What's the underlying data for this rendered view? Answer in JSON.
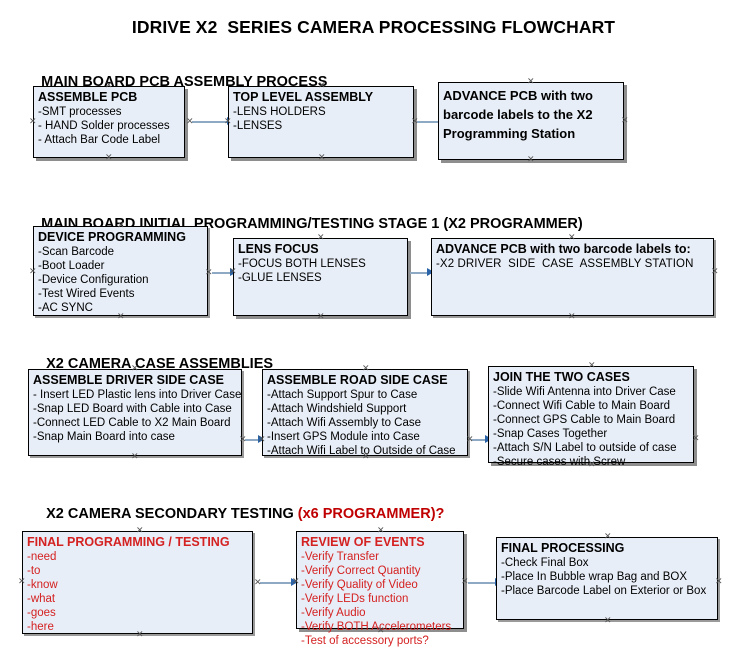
{
  "document": {
    "title": "IDRIVE X2  SERIES CAMERA PROCESSING FLOWCHART"
  },
  "colors": {
    "box_fill": "#e8eef7",
    "box_border": "#000000",
    "box_shadow": "#8e8e8e",
    "connector": "#8ea9c4",
    "arrow": "#2a63a8",
    "accent_red": "#c00000",
    "red_text": "#d42121",
    "background": "#ffffff"
  },
  "sections": [
    {
      "id": "main-board-pcb-assembly",
      "heading": "MAIN BOARD PCB ASSEMBLY PROCESS",
      "heading_accent": "",
      "boxes": [
        {
          "id": "assemble-pcb",
          "title": "ASSEMBLE PCB",
          "lines": [
            "-SMT processes",
            "- HAND Solder processes",
            "- Attach Bar Code Label"
          ]
        },
        {
          "id": "top-level-assembly",
          "title": "TOP LEVEL ASSEMBLY",
          "lines": [
            "-LENS HOLDERS",
            "-LENSES"
          ]
        },
        {
          "id": "advance-pcb-programming-station",
          "title": "ADVANCE PCB with two barcode labels to the  X2 Programming Station",
          "lines": []
        }
      ]
    },
    {
      "id": "main-board-initial-programming",
      "heading": "MAIN BOARD INITIAL PROGRAMMING/TESTING STAGE 1 (X2 PROGRAMMER)",
      "heading_accent": "",
      "boxes": [
        {
          "id": "device-programming",
          "title": "DEVICE PROGRAMMING",
          "lines": [
            "-Scan Barcode",
            "-Boot Loader",
            "-Device Configuration",
            "-Test Wired Events",
            "-AC SYNC"
          ]
        },
        {
          "id": "lens-focus",
          "title": "LENS FOCUS",
          "lines": [
            "-FOCUS BOTH LENSES",
            "-GLUE LENSES"
          ]
        },
        {
          "id": "advance-pcb-driver-side-case",
          "title": "ADVANCE PCB with two barcode labels to:",
          "lines": [
            "-X2 DRIVER  SIDE  CASE  ASSEMBLY STATION"
          ]
        }
      ]
    },
    {
      "id": "x2-camera-case-assemblies",
      "heading": "X2 CAMERA CASE ASSEMBLIES",
      "heading_accent": "",
      "boxes": [
        {
          "id": "assemble-driver-side-case",
          "title": "ASSEMBLE DRIVER SIDE CASE",
          "lines": [
            "- Insert LED Plastic lens into Driver Case",
            "-Snap LED Board with Cable into Case",
            "-Connect LED Cable to X2 Main Board",
            "-Snap Main Board into case"
          ]
        },
        {
          "id": "assemble-road-side-case",
          "title": "ASSEMBLE ROAD SIDE CASE",
          "lines": [
            "-Attach Support Spur to Case",
            "-Attach Windshield Support",
            "-Attach Wifi Assembly to Case",
            "-Insert GPS Module into Case",
            "-Attach Wifi Label to Outside of Case"
          ]
        },
        {
          "id": "join-the-two-cases",
          "title": "JOIN THE TWO CASES",
          "lines": [
            "-Slide Wifi Antenna into Driver Case",
            "-Connect Wifi Cable to Main Board",
            "-Connect GPS Cable to Main Board",
            "-Snap Cases Together",
            "-Attach S/N Label to outside of case",
            "-Secure cases with Screw"
          ]
        }
      ]
    },
    {
      "id": "x2-camera-secondary-testing",
      "heading": "X2 CAMERA SECONDARY TESTING ",
      "heading_accent": "(x6 PROGRAMMER)?",
      "boxes": [
        {
          "id": "final-programming-testing",
          "title": "FINAL PROGRAMMING / TESTING",
          "lines": [
            "-need",
            "-to",
            "-know",
            "-what",
            "-goes",
            "-here"
          ]
        },
        {
          "id": "review-of-events",
          "title": "REVIEW OF EVENTS",
          "lines": [
            "-Verify Transfer",
            "-Verify Correct Quantity",
            "-Verify Quality of Video",
            "-Verify LEDs function",
            "-Verify Audio",
            "-Verify BOTH Accelerometers",
            "-Test of accessory ports?"
          ]
        },
        {
          "id": "final-processing",
          "title": "FINAL PROCESSING",
          "lines": [
            "-Check Final Box",
            "-Place In Bubble wrap Bag and BOX",
            "-Place Barcode Label on Exterior or Box"
          ]
        }
      ]
    }
  ]
}
